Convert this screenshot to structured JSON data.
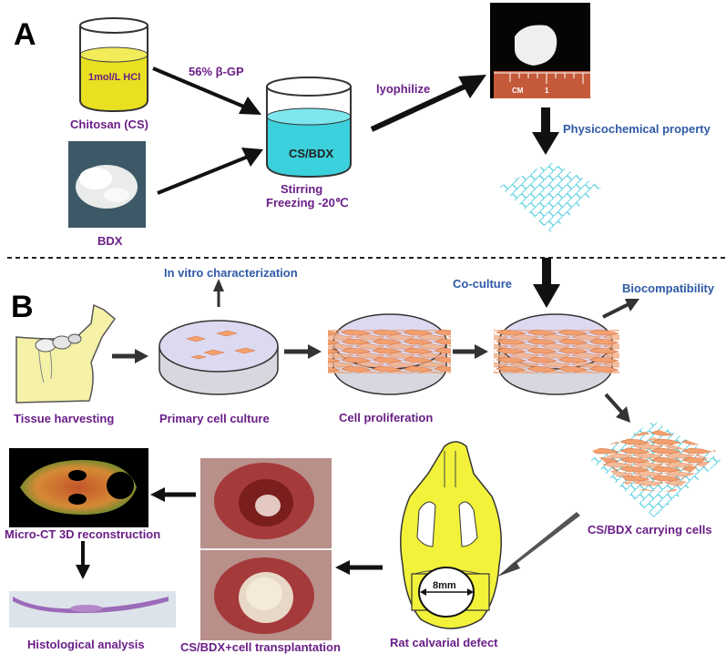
{
  "panels": {
    "a": "A",
    "b": "B"
  },
  "beaker_left": {
    "liquid": "1mol/L HCl",
    "caption": "Chitosan (CS)"
  },
  "bdx": {
    "caption": "BDX"
  },
  "arrow_upper": {
    "label": "56% β-GP"
  },
  "beaker_center": {
    "liquid": "CS/BDX",
    "caption_line1": "Stirring",
    "caption_line2": "Freezing -20℃"
  },
  "lyophilize": {
    "label": "lyophilize"
  },
  "photo_ruler": {
    "text": "CM",
    "tick": "1"
  },
  "physicochemical": {
    "label": "Physicochemical property"
  },
  "in_vitro": {
    "label": "In vitro characterization"
  },
  "coculture": {
    "label": "Co-culture"
  },
  "biocompat": {
    "label": "Biocompatibility"
  },
  "steps": {
    "tissue": "Tissue harvesting",
    "primary": "Primary cell culture",
    "proliferation": "Cell proliferation",
    "carrying": "CS/BDX carrying cells",
    "rat": "Rat calvarial defect",
    "transplant": "CS/BDX+cell transplantation",
    "microct": "Micro-CT 3D reconstruction",
    "histology": "Histological analysis"
  },
  "defect_size": "8mm",
  "colors": {
    "purple": "#6a1e87",
    "blue": "#2f5aa6",
    "yellow_liquid": "#e8e020",
    "cyan_liquid": "#3ad0dc",
    "cell_orange": "#f2a070",
    "skull_yellow": "#f2f23a"
  }
}
